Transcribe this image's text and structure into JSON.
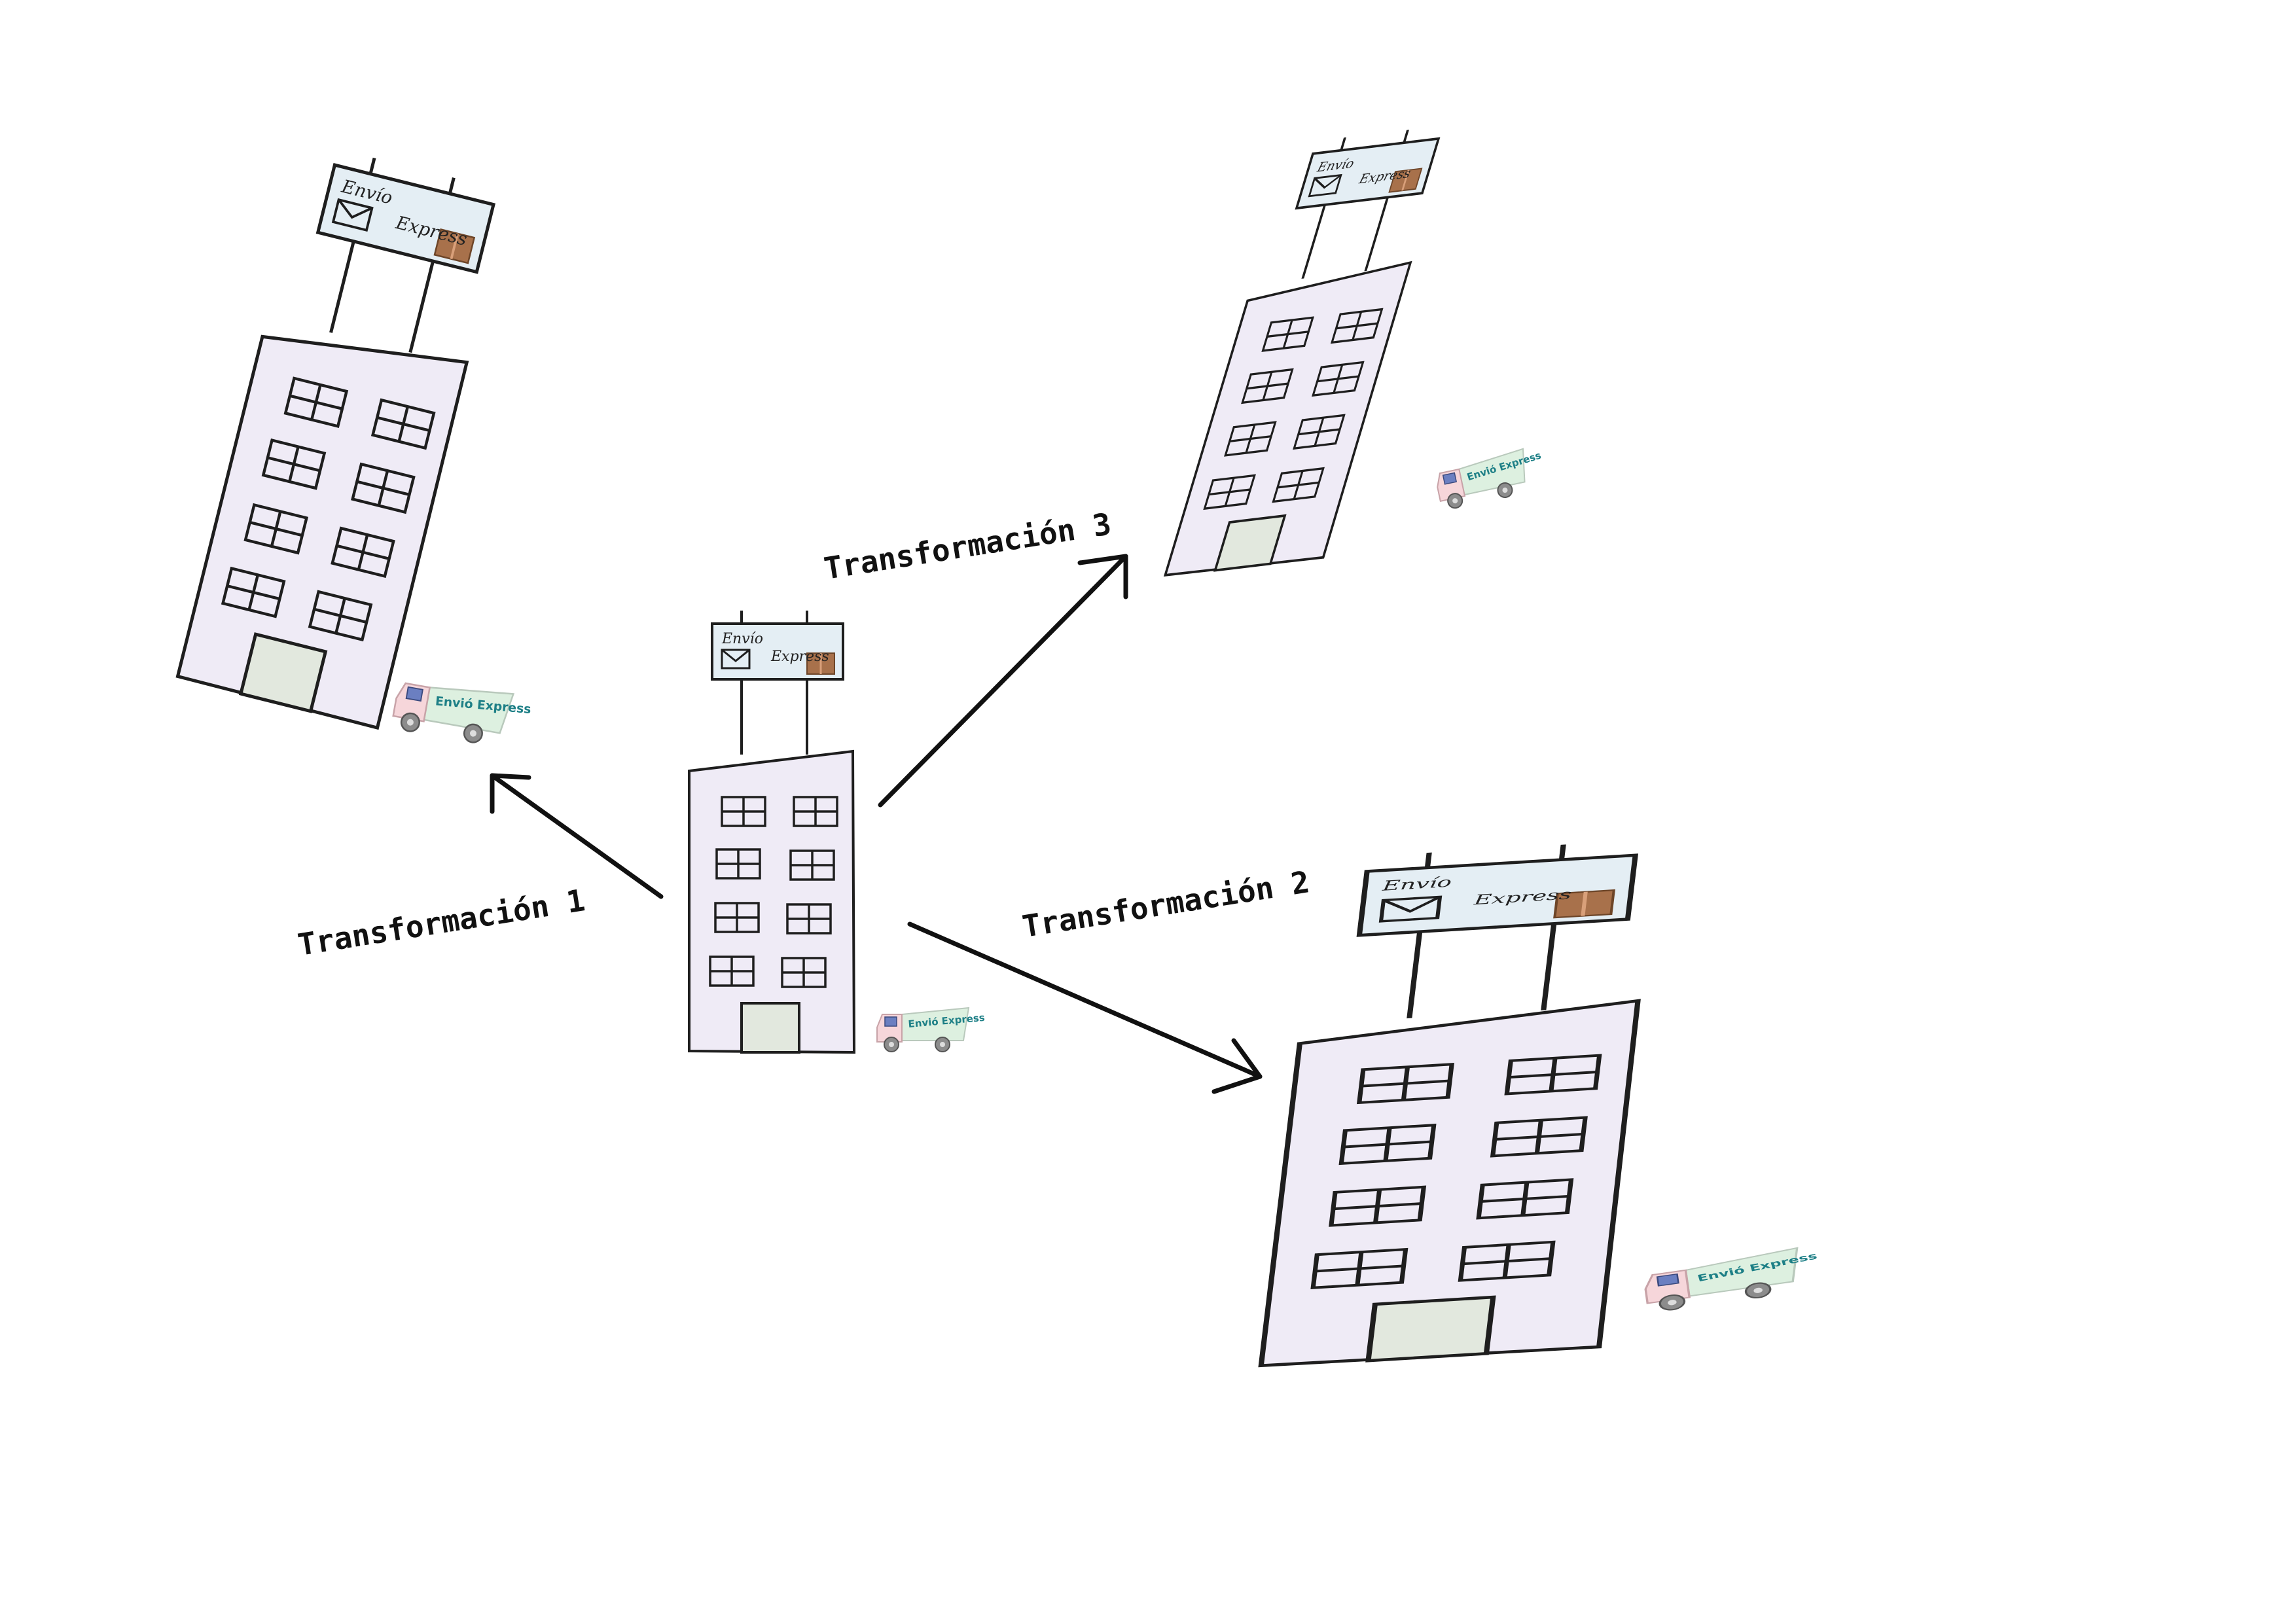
{
  "labels": {
    "transform_1": "Transformación 1",
    "transform_2": "Transformación 2",
    "transform_3": "Transformación 3"
  },
  "sign": {
    "word_1": "Envío",
    "word_2": "Express"
  },
  "truck": {
    "text": "Envió Express"
  },
  "colors": {
    "building_fill": "#efebf6",
    "sign_fill": "#e4eef4",
    "door_fill": "#e2e8de",
    "package_fill": "#a8714b",
    "truck_cab": "#f6d6da",
    "truck_box": "#ddf0e0",
    "truck_text": "#1d7f86",
    "stroke": "#1e1e1e"
  }
}
